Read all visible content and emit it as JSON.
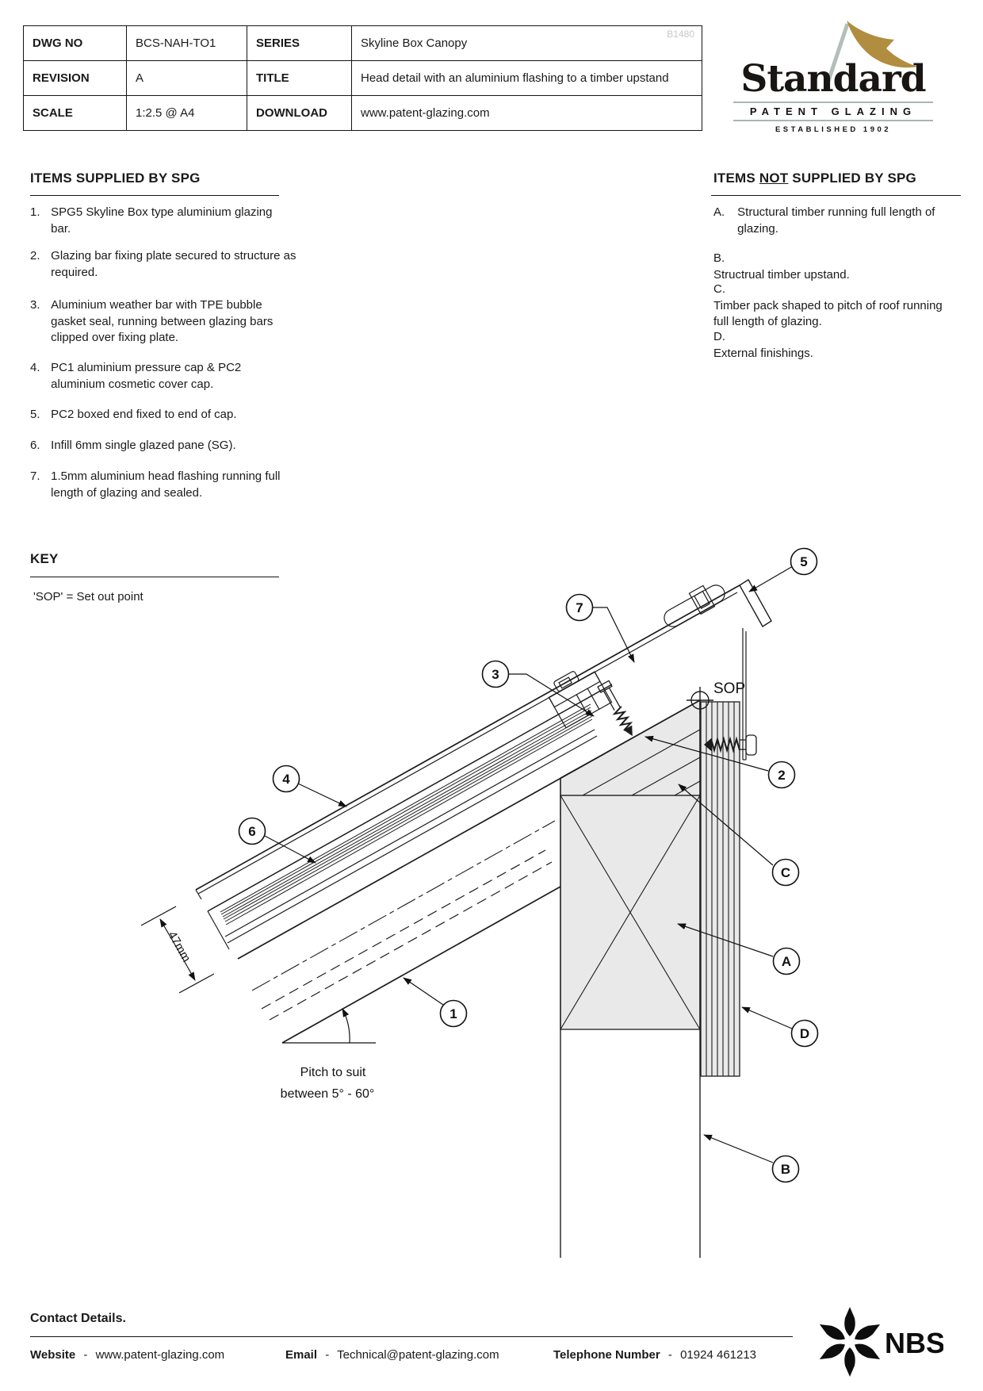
{
  "title_block": {
    "dwg": {
      "label": "DWG NO",
      "value": "BCS-NAH-TO1"
    },
    "series": {
      "label": "SERIES",
      "value": "Skyline Box Canopy"
    },
    "revision": {
      "label": "REVISION",
      "value": "A"
    },
    "title": {
      "label": "TITLE",
      "value": "Head detail with an aluminium flashing to a timber upstand"
    },
    "scale": {
      "label": "SCALE",
      "value": "1:2.5 @ A4"
    },
    "download": {
      "label": "DOWNLOAD",
      "value": "www.patent-glazing.com"
    },
    "watermark": "B1480"
  },
  "logo": {
    "name": "Standard",
    "subtitle": "PATENT GLAZING",
    "established": "ESTABLISHED 1902",
    "flag_color": "#b08d3f",
    "line_color": "#aab6b0"
  },
  "supplied": {
    "title": "ITEMS SUPPLIED BY SPG",
    "items": [
      {
        "num": "1.",
        "text": "SPG5 Skyline Box type aluminium glazing bar."
      },
      {
        "num": "2.",
        "text": "Glazing bar fixing plate secured to structure as required."
      },
      {
        "num": "3.",
        "text": "Aluminium weather bar with TPE bubble gasket seal, running between glazing bars clipped over fixing plate."
      },
      {
        "num": "4.",
        "text": "PC1 aluminium pressure cap & PC2 aluminium cosmetic cover cap."
      },
      {
        "num": "5.",
        "text": "PC2 boxed end fixed to end of cap."
      },
      {
        "num": "6.",
        "text": "Infill 6mm single glazed pane (SG)."
      },
      {
        "num": "7.",
        "text": "1.5mm aluminium head flashing running full length of glazing and sealed."
      }
    ]
  },
  "not_supplied": {
    "title_pre": "ITEMS ",
    "title_not": "NOT",
    "title_post": " SUPPLIED BY SPG",
    "items": [
      {
        "num": "A.",
        "text": "Structural timber running full length of glazing."
      },
      {
        "num": "B.",
        "text": "Structrual timber upstand."
      },
      {
        "num": "C.",
        "text": "Timber pack shaped to pitch of roof running full length of glazing."
      },
      {
        "num": "D.",
        "text": "External finishings."
      }
    ]
  },
  "key": {
    "title": "KEY",
    "note": "'SOP' = Set out point"
  },
  "drawing": {
    "sop_label": "SOP",
    "dimension": "47mm",
    "pitch_note_line1": "Pitch to suit",
    "pitch_note_line2": "between 5° - 60°",
    "callouts": {
      "n1": "1",
      "n2": "2",
      "n3": "3",
      "n4": "4",
      "n5": "5",
      "n6": "6",
      "n7": "7",
      "a": "A",
      "b": "B",
      "c": "C",
      "d": "D"
    }
  },
  "footer": {
    "heading": "Contact Details.",
    "website_label": "Website",
    "website_sep": "-",
    "website": "www.patent-glazing.com",
    "email_label": "Email",
    "email_sep": "-",
    "email": "Technical@patent-glazing.com",
    "phone_label": "Telephone Number",
    "phone_sep": "-",
    "phone": "01924 461213",
    "nbs": "NBS"
  }
}
